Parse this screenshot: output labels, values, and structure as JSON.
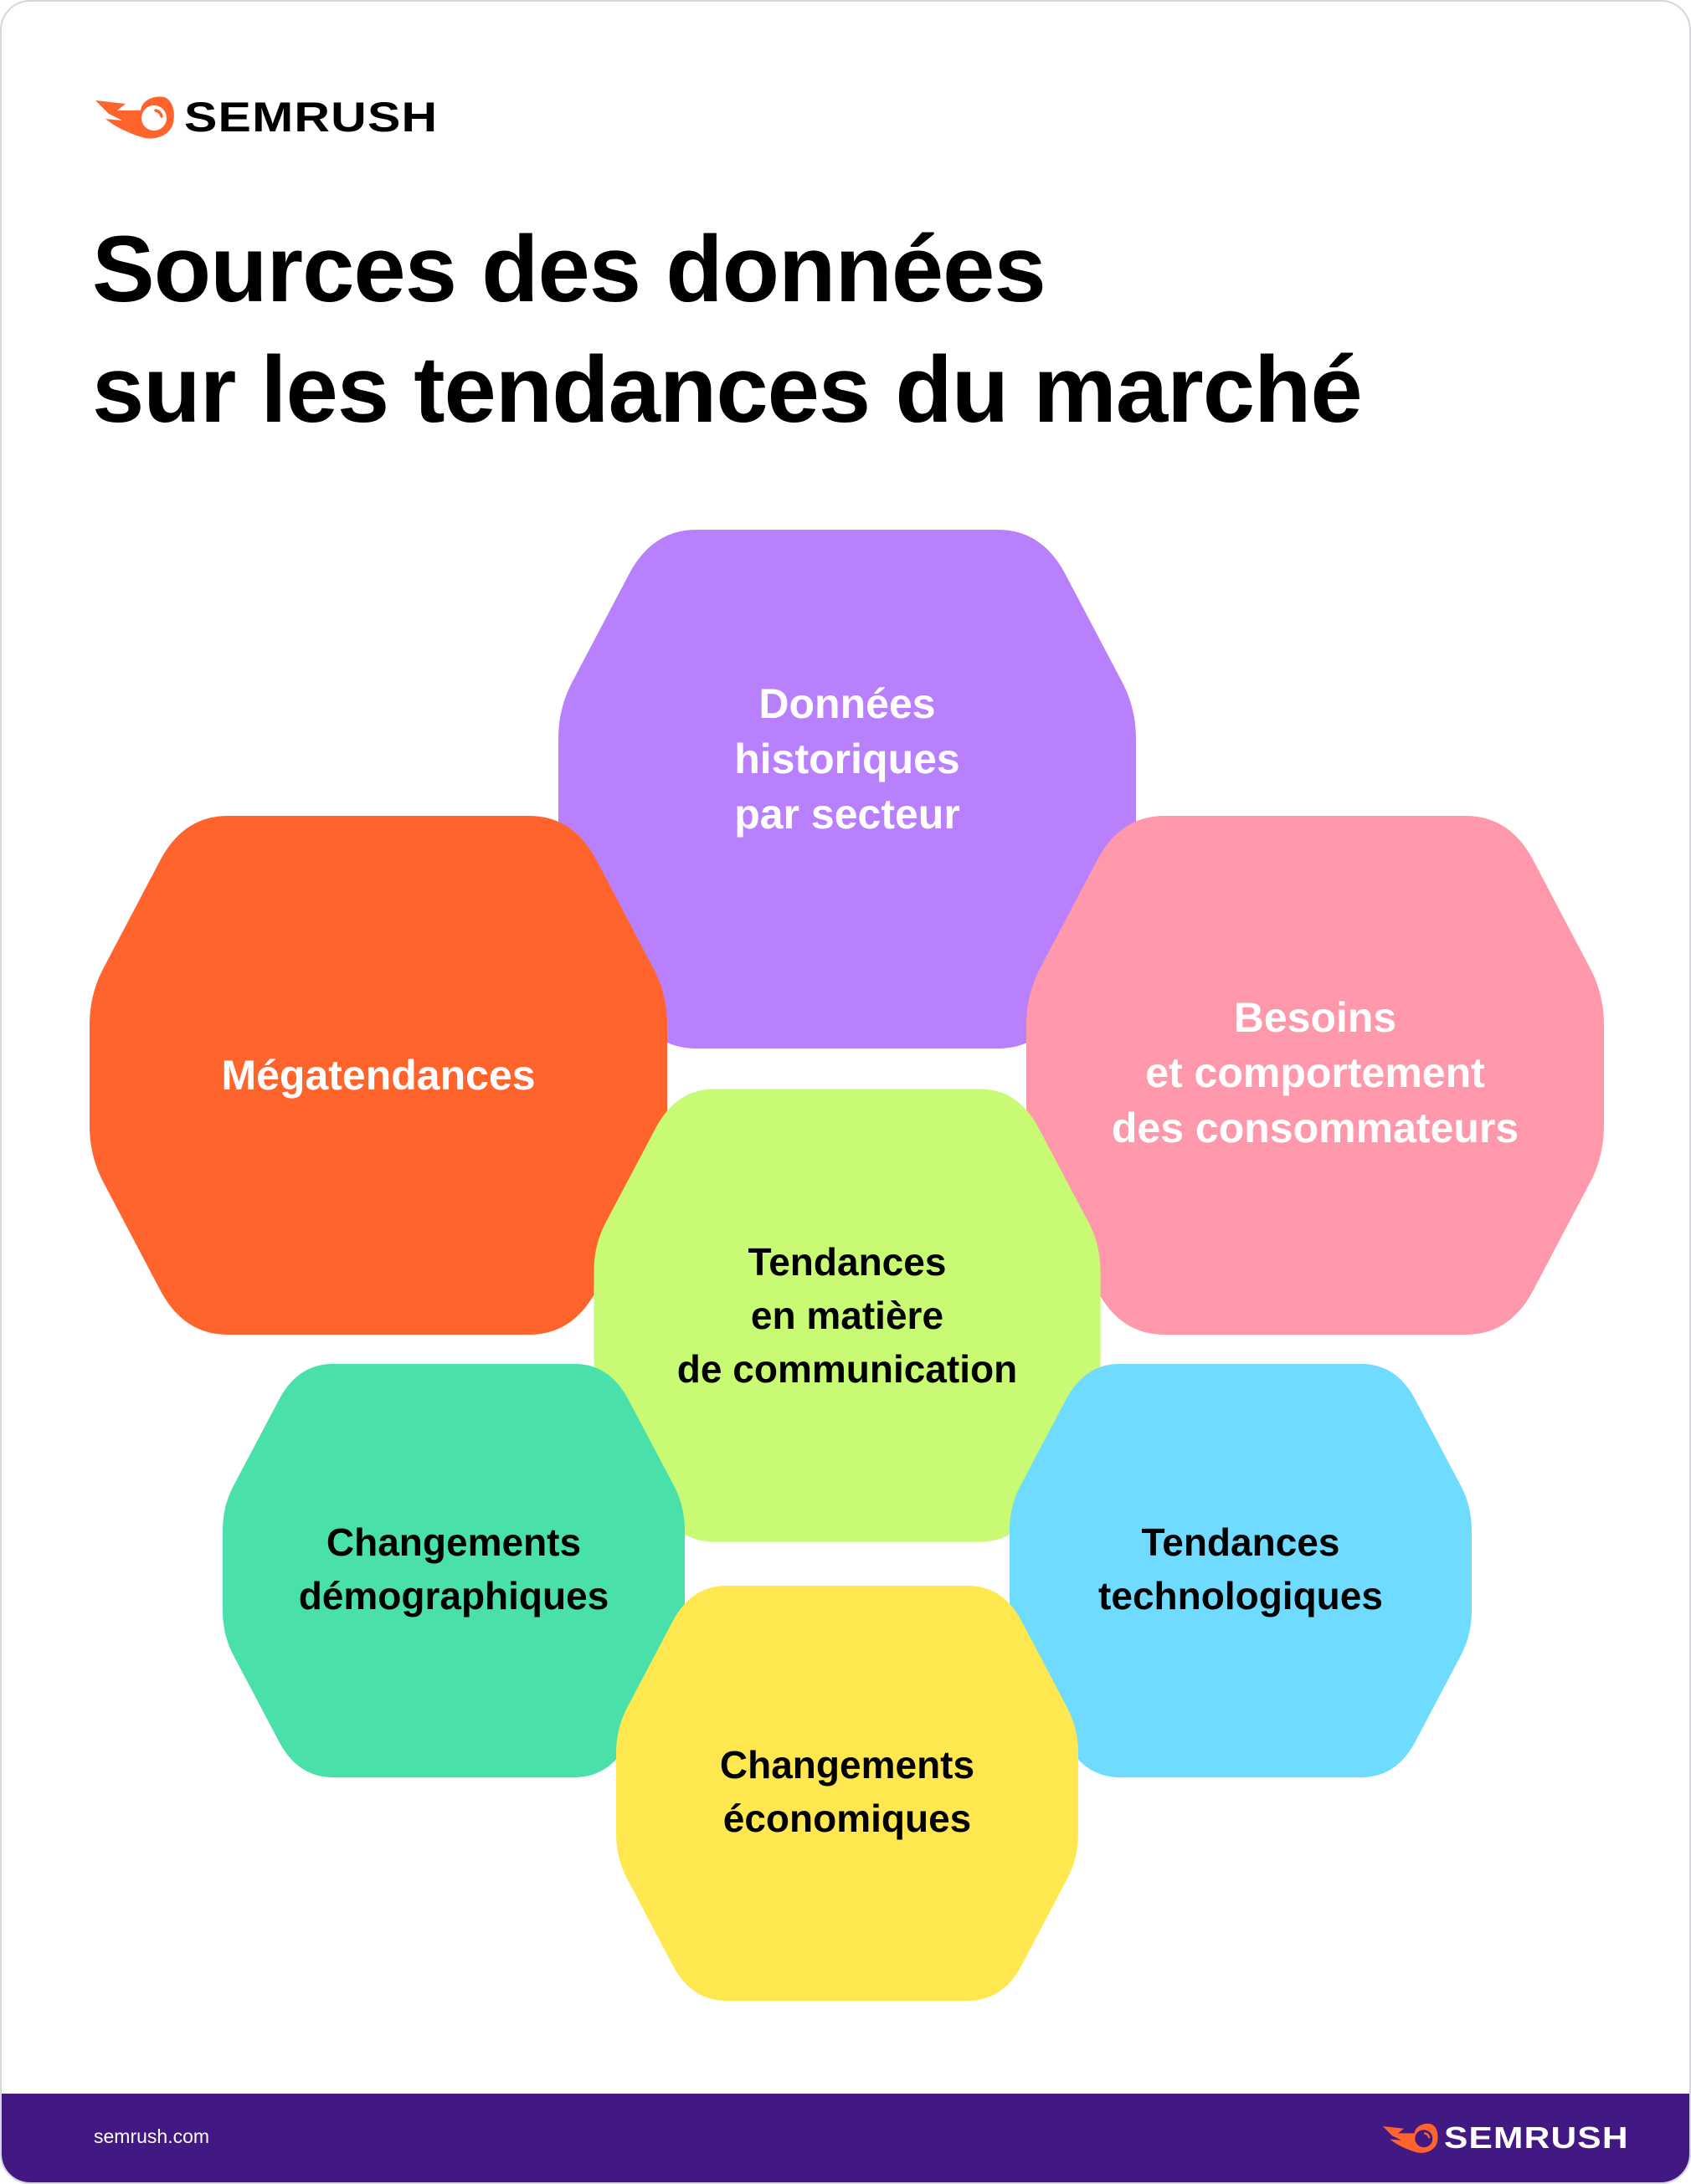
{
  "brand": {
    "name": "SEMRUSH",
    "logo_icon": "semrush-fireball-icon",
    "accent_color": "#FF642D"
  },
  "header": {
    "title_lines": [
      "Sources des données",
      "sur les tendances du marché"
    ]
  },
  "diagram": {
    "type": "hexagon-cluster",
    "hexagons": [
      {
        "id": "donnees-historiques",
        "lines": [
          "Données",
          "historiques",
          "par secteur"
        ],
        "color": "#B880FC",
        "text_color": "#FFFFFF"
      },
      {
        "id": "megatendances",
        "lines": [
          "Mégatendances"
        ],
        "color": "#FF642D",
        "text_color": "#FFFFFF"
      },
      {
        "id": "besoins-consommateurs",
        "lines": [
          "Besoins",
          "et comportement",
          "des consommateurs"
        ],
        "color": "#FF98AA",
        "text_color": "#FFFFFF"
      },
      {
        "id": "tendances-communication",
        "lines": [
          "Tendances",
          "en matière",
          "de communication"
        ],
        "color": "#C8FA73",
        "text_color": "#000000"
      },
      {
        "id": "changements-demographiques",
        "lines": [
          "Changements",
          "démographiques"
        ],
        "color": "#49E1A9",
        "text_color": "#000000"
      },
      {
        "id": "tendances-technologiques",
        "lines": [
          "Tendances",
          "technologiques"
        ],
        "color": "#6FDBFF",
        "text_color": "#000000"
      },
      {
        "id": "changements-economiques",
        "lines": [
          "Changements",
          "économiques"
        ],
        "color": "#FFE84F",
        "text_color": "#000000"
      }
    ]
  },
  "footer": {
    "url": "semrush.com",
    "background": "#421983",
    "logo_text": "SEMRUSH"
  }
}
